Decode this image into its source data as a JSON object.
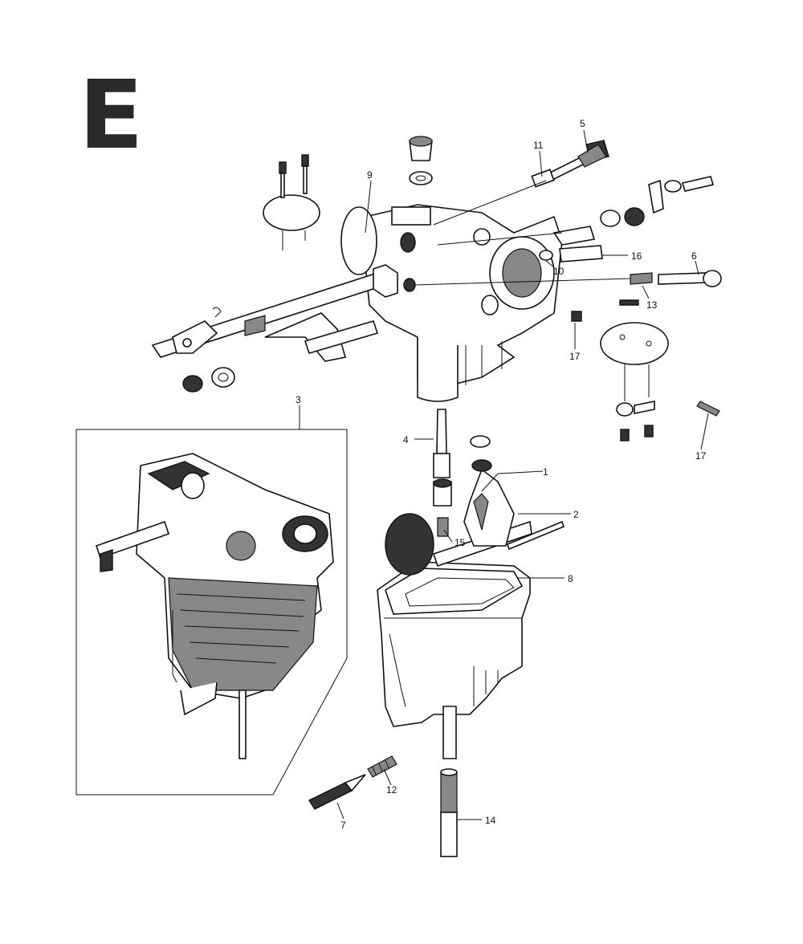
{
  "section_letter": "E",
  "callouts": [
    {
      "id": "c1",
      "label": "1"
    },
    {
      "id": "c2",
      "label": "2"
    },
    {
      "id": "c3",
      "label": "3"
    },
    {
      "id": "c4",
      "label": "4"
    },
    {
      "id": "c5",
      "label": "5"
    },
    {
      "id": "c6",
      "label": "6"
    },
    {
      "id": "c7",
      "label": "7"
    },
    {
      "id": "c8",
      "label": "8"
    },
    {
      "id": "c9",
      "label": "9"
    },
    {
      "id": "c10",
      "label": "10"
    },
    {
      "id": "c11",
      "label": "11"
    },
    {
      "id": "c12",
      "label": "12"
    },
    {
      "id": "c13",
      "label": "13"
    },
    {
      "id": "c14",
      "label": "14"
    },
    {
      "id": "c15",
      "label": "15"
    },
    {
      "id": "c16",
      "label": "16"
    },
    {
      "id": "c17a",
      "label": "17"
    },
    {
      "id": "c17b",
      "label": "17"
    }
  ]
}
